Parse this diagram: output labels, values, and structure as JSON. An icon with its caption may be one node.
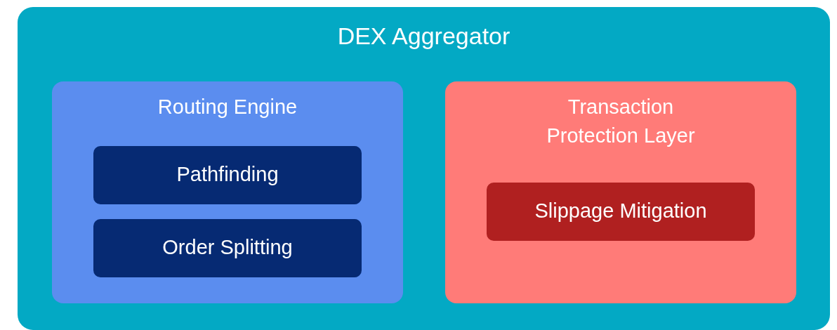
{
  "diagram": {
    "nodes": [
      {
        "text": [
          "DEX Aggregator"
        ]
      },
      {
        "text": [
          "Routing Engine"
        ],
        "in": 0
      },
      {
        "text": [
          "Pathfinding"
        ],
        "in": 1
      },
      {
        "text": [
          "Order Splitting"
        ],
        "in": 1
      },
      {
        "text": [
          "Transaction Protection Layer"
        ],
        "in": 0
      },
      {
        "text": [
          "Slippage Mitigation"
        ],
        "in": 4
      }
    ]
  }
}
